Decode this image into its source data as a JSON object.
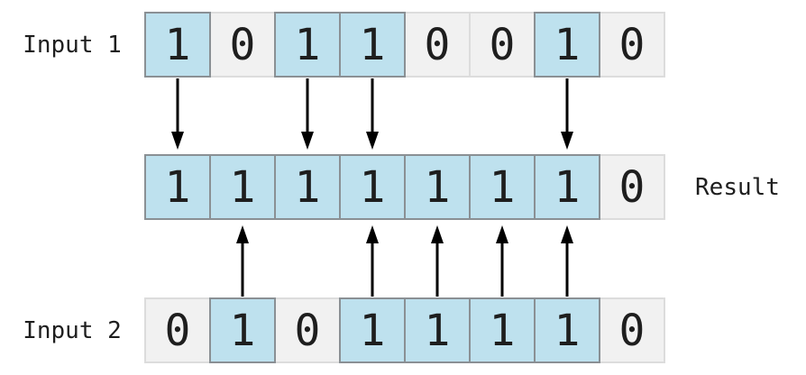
{
  "diagram": {
    "kind": "bitwise-or-merge",
    "labels": {
      "input1": "Input 1",
      "input2": "Input 2",
      "result": "Result"
    },
    "rows": {
      "input1": {
        "bits": [
          "1",
          "0",
          "1",
          "1",
          "0",
          "0",
          "1",
          "0"
        ]
      },
      "result": {
        "bits": [
          "1",
          "1",
          "1",
          "1",
          "1",
          "1",
          "1",
          "0"
        ]
      },
      "input2": {
        "bits": [
          "0",
          "1",
          "0",
          "1",
          "1",
          "1",
          "1",
          "0"
        ]
      }
    },
    "arrows": {
      "input1_to_result_cells": [
        0,
        2,
        3,
        6
      ],
      "input1_direction": "down",
      "input2_to_result_cells": [
        1,
        3,
        4,
        5,
        6
      ],
      "input2_direction": "up"
    },
    "colors": {
      "one_fill": "#bee1ee",
      "one_border": "#8a9094",
      "zero_fill": "#f1f1f1",
      "zero_border": "#dcdcdc",
      "arrow": "#000000",
      "text": "#1e1e1e",
      "background": "#ffffff"
    }
  }
}
